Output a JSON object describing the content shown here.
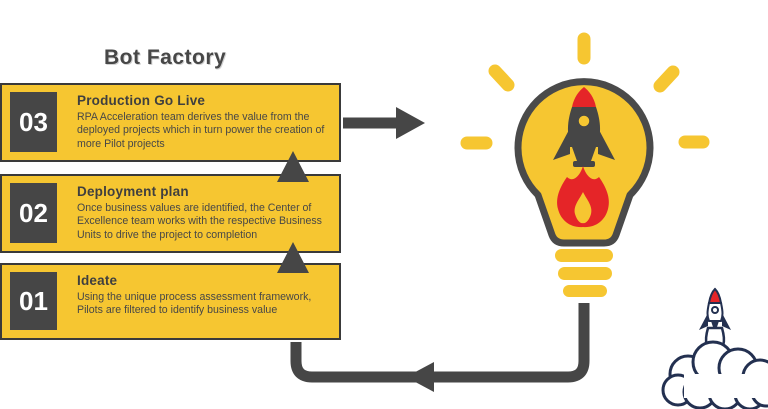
{
  "title": "Bot Factory",
  "steps": [
    {
      "number": "03",
      "heading": "Production Go Live",
      "body": "RPA Acceleration team derives the value from the deployed projects which in turn power the creation of more Pilot projects"
    },
    {
      "number": "02",
      "heading": "Deployment plan",
      "body": "Once business values are identified, the Center of Excellence team works with the respective Business Units to drive the project to completion"
    },
    {
      "number": "01",
      "heading": "Ideate",
      "body": "Using the unique process assessment framework, Pilots are filtered to identify business value"
    }
  ],
  "icons": {
    "lightbulb": "lightbulb-icon",
    "rocket": "rocket-icon",
    "flame": "flame-icon",
    "light_rays": "light-rays-icon",
    "up_triangle": "triangle-up-icon",
    "flow_arrow_right": "arrow-right-icon",
    "return_arrow_left": "arrow-left-icon",
    "launch_rocket": "launch-rocket-icon",
    "smoke_cloud": "smoke-cloud-icon"
  },
  "colors": {
    "yellow": "#F6C631",
    "dark": "#464646",
    "darker": "#3A3A3A",
    "outline": "#4A4A4A",
    "red": "#E52528",
    "navy": "#233050",
    "white": "#FFFFFF",
    "text": "#474747",
    "bg": "#FFFFFF"
  }
}
